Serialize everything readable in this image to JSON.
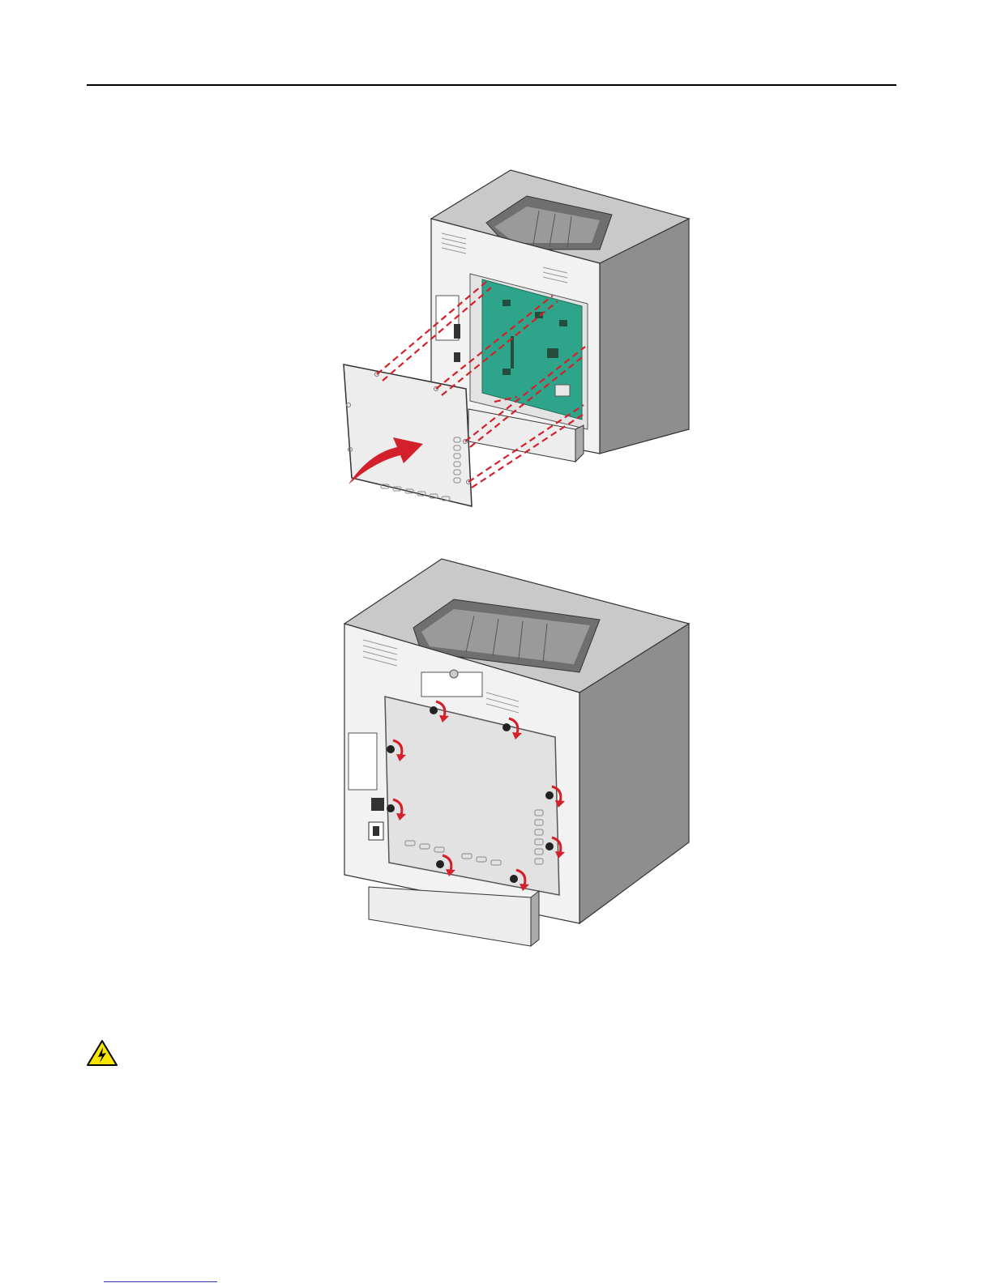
{
  "page": {
    "figures": [
      {
        "id": "install-cover",
        "subject": "printer-rear-with-system-board-and-cover",
        "action": "align-cover-to-board"
      },
      {
        "id": "tighten-screws",
        "subject": "printer-rear-with-cover-installed",
        "action": "turn-screws-clockwise",
        "screw_count": 8
      }
    ],
    "caution_icon": "shock-hazard-icon",
    "colors": {
      "rule": "#000000",
      "printer_body": "#f2f2f2",
      "printer_top": "#c9c9c9",
      "printer_side": "#8e8e8e",
      "board": "#2ea58a",
      "dashed_guides": "#d4202b",
      "arrow": "#d4202b",
      "warning_fill": "#f6e500",
      "link_underline": "#2a3aa6"
    }
  }
}
